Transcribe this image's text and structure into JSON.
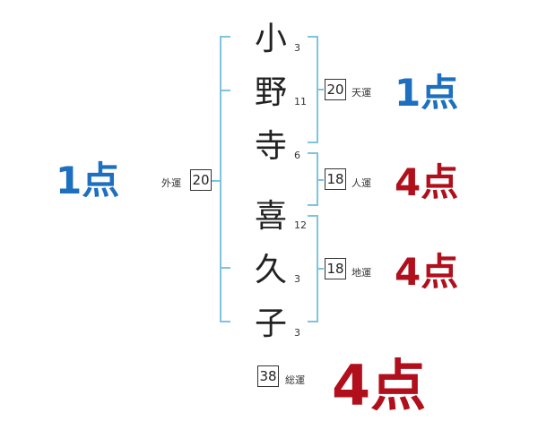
{
  "name_chars": [
    {
      "char": "小",
      "strokes": "3"
    },
    {
      "char": "野",
      "strokes": "11"
    },
    {
      "char": "寺",
      "strokes": "6"
    },
    {
      "char": "喜",
      "strokes": "12"
    },
    {
      "char": "久",
      "strokes": "3"
    },
    {
      "char": "子",
      "strokes": "3"
    }
  ],
  "gaiun": {
    "label": "外運",
    "value": "20",
    "score": "1点",
    "color": "#1d6fbf"
  },
  "tenun": {
    "label": "天運",
    "value": "20",
    "score": "1点",
    "color": "#1d6fbf"
  },
  "jinun": {
    "label": "人運",
    "value": "18",
    "score": "4点",
    "color": "#b10f1b"
  },
  "chiun": {
    "label": "地運",
    "value": "18",
    "score": "4点",
    "color": "#b10f1b"
  },
  "souun": {
    "label": "総運",
    "value": "38",
    "score": "4点",
    "color": "#b10f1b"
  },
  "bracket_color": "#7ec3e0"
}
